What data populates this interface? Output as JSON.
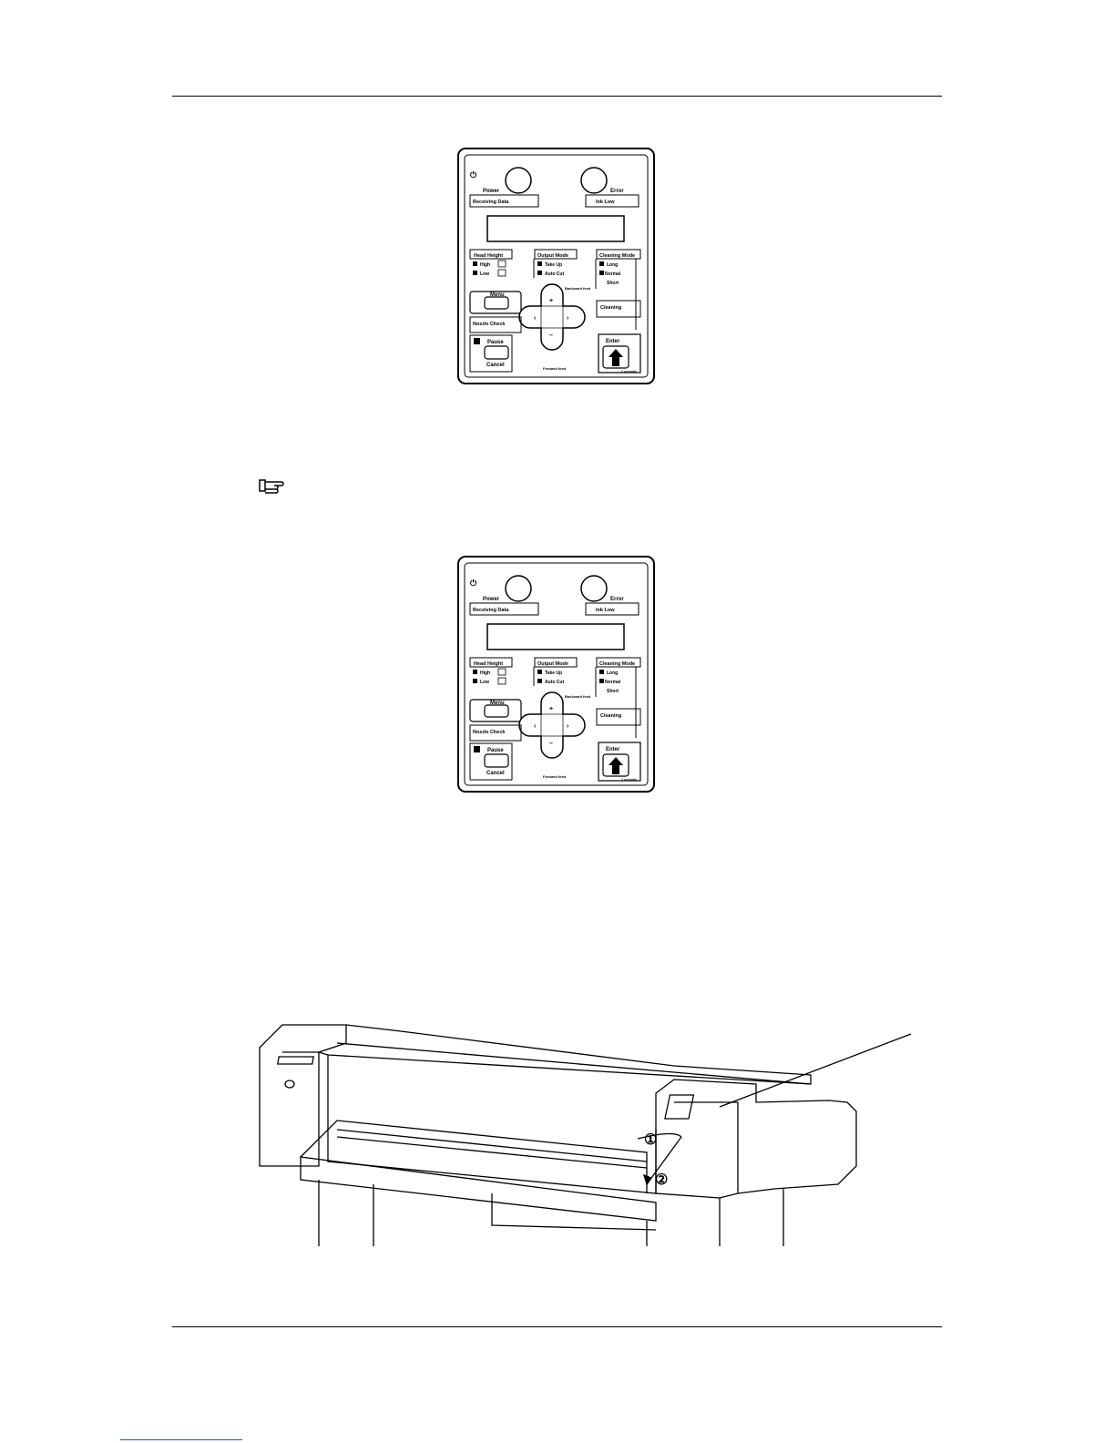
{
  "panel_top": {
    "power_label": "Power",
    "receiving_label": "Receiving Data",
    "error_label": "Error",
    "inklow_label": "Ink Low",
    "head_height": {
      "title": "Head Height",
      "high": "High",
      "low": "Low"
    },
    "output_mode": {
      "title": "Output Mode",
      "take_up": "Take Up",
      "auto_cut": "Auto Cut"
    },
    "cleaning_mode": {
      "title": "Cleaning Mode",
      "long": "Long",
      "normal": "Normal",
      "short": "Short"
    },
    "menu_label": "Menu",
    "backward_feed": "Backward feed",
    "forward_feed": "Forward feed",
    "cleaning_label": "Cleaning",
    "nozzle_check_label": "Nozzle Check",
    "pause_label": "Pause",
    "cancel_label": "Cancel",
    "enter_label": "Enter",
    "seconds_note": "2 seconds"
  },
  "panel_bottom": {
    "power_label": "Power",
    "receiving_label": "Receiving Data",
    "error_label": "Error",
    "inklow_label": "Ink Low",
    "head_height": {
      "title": "Head Height",
      "high": "High",
      "low": "Low"
    },
    "output_mode": {
      "title": "Output Mode",
      "take_up": "Take Up",
      "auto_cut": "Auto Cut"
    },
    "cleaning_mode": {
      "title": "Cleaning Mode",
      "long": "Long",
      "normal": "Normal",
      "short": "Short"
    },
    "menu_label": "Menu",
    "backward_feed": "Backward feed",
    "forward_feed": "Forward feed",
    "cleaning_label": "Cleaning",
    "nozzle_check_label": "Nozzle Check",
    "pause_label": "Pause",
    "cancel_label": "Cancel",
    "enter_label": "Enter",
    "seconds_note": "2 seconds"
  },
  "pointer_icon": "pointing-hand-icon",
  "printer_figure": {
    "step1": "①",
    "step2": "②"
  }
}
